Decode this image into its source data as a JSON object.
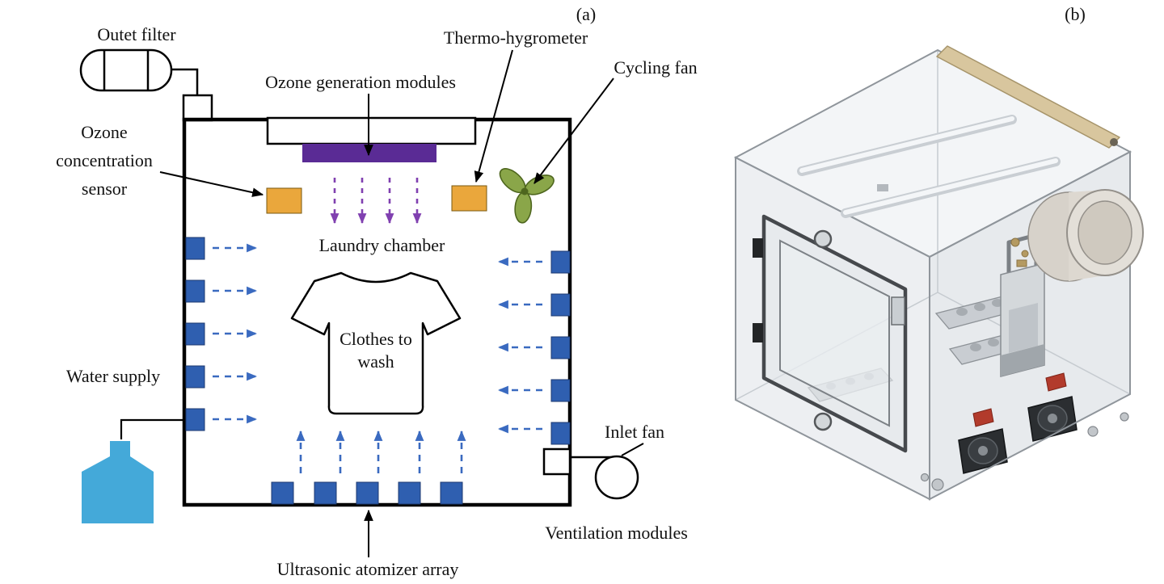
{
  "figure": {
    "panel_a_tag": "(a)",
    "panel_b_tag": "(b)"
  },
  "labels": {
    "outlet_filter": "Outet filter",
    "ozone_generation_modules": "Ozone generation modules",
    "thermo_hygrometer": "Thermo-hygrometer",
    "cycling_fan": "Cycling fan",
    "ozone_concentration_sensor": "Ozone concentration sensor",
    "laundry_chamber": "Laundry chamber",
    "clothes_to_wash": "Clothes to wash",
    "water_supply": "Water supply",
    "inlet_fan": "Inlet fan",
    "ventilation_modules": "Ventilation modules",
    "ultrasonic_atomizer_array": "Ultrasonic atomizer array"
  },
  "colors": {
    "ozone_module_purple": "#5a2b95",
    "sensor_orange": "#eaa73c",
    "vent_module_blue": "#2f5fb0",
    "water_blue": "#44a9d9",
    "fan_green": "#8aa649",
    "arrow_purple": "#8040b0",
    "arrow_blue": "#3a6ac0",
    "leader_black": "#000000"
  }
}
